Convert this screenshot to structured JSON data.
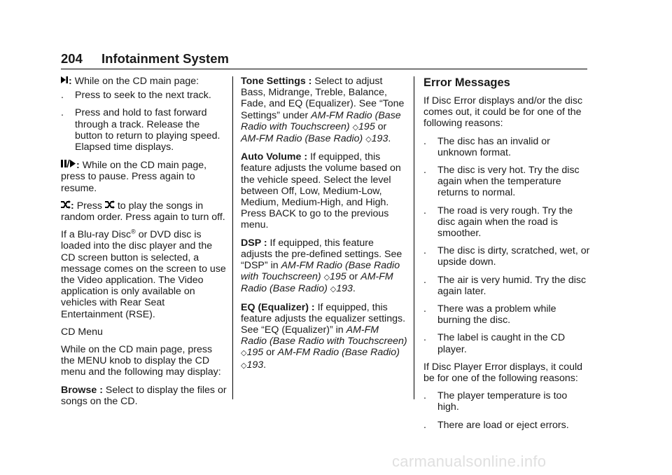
{
  "header": {
    "page_number": "204",
    "section_title": "Infotainment System"
  },
  "left": {
    "next_label": "While on the CD main page:",
    "next_bullets": [
      "Press to seek to the next track.",
      "Press and hold to fast forward through a track. Release the button to return to playing speed. Elapsed time displays."
    ],
    "playpause_label": "While on the CD main page, press to pause. Press again to resume.",
    "shuffle_pre": "Press",
    "shuffle_post": "to play the songs in random order. Press again to turn off.",
    "bluray_pre": "If a Blu-ray Disc",
    "bluray_reg": "®",
    "bluray_post": "or DVD disc is loaded into the disc player and the CD screen button is selected, a message comes on the screen to use the Video application. The Video application is only available on vehicles with Rear Seat Entertainment (RSE).",
    "cd_menu_heading": "CD Menu",
    "cd_menu_text": "While on the CD main page, press the MENU knob to display the CD menu and the following may display:",
    "browse_term": "Browse :",
    "browse_text": "Select to display the files or songs on the CD."
  },
  "middle": {
    "tone_term": "Tone Settings :",
    "tone_text": "Select to adjust Bass, Midrange, Treble, Balance, Fade, and EQ (Equalizer). See “Tone Settings” under",
    "tone_ref1": "AM-FM Radio (Base Radio with Touchscreen)",
    "tone_page1": "195",
    "tone_or": "or",
    "tone_ref2": "AM-FM Radio (Base Radio)",
    "tone_page2": "193",
    "auto_term": "Auto Volume :",
    "auto_text": "If equipped, this feature adjusts the volume based on the vehicle speed. Select the level between Off, Low, Medium-Low, Medium, Medium-High, and High. Press BACK to go to the previous menu.",
    "dsp_term": "DSP :",
    "dsp_text": "If equipped, this feature adjusts the pre-defined settings. See “DSP” in",
    "dsp_ref1": "AM-FM Radio (Base Radio with Touchscreen)",
    "dsp_page1": "195",
    "dsp_or": "or",
    "dsp_ref2": "AM-FM Radio (Base Radio)",
    "dsp_page2": "193",
    "eq_term": "EQ (Equalizer) :",
    "eq_text": "If equipped, this feature adjusts the equalizer settings. See “EQ (Equalizer)” in",
    "eq_ref1": "AM-FM Radio (Base Radio with Touchscreen)",
    "eq_page1": "195",
    "eq_or": "or",
    "eq_ref2": "AM-FM Radio (Base Radio)",
    "eq_page2": "193"
  },
  "right": {
    "heading": "Error Messages",
    "intro1": "If Disc Error displays and/or the disc comes out, it could be for one of the following reasons:",
    "disc_bullets": [
      "The disc has an invalid or unknown format.",
      "The disc is very hot. Try the disc again when the temperature returns to normal.",
      "The road is very rough. Try the disc again when the road is smoother.",
      "The disc is dirty, scratched, wet, or upside down.",
      "The air is very humid. Try the disc again later.",
      "There was a problem while burning the disc.",
      "The label is caught in the CD player."
    ],
    "intro2": "If Disc Player Error displays, it could be for one of the following reasons:",
    "player_bullets": [
      "The player temperature is too high.",
      "There are load or eject errors."
    ]
  },
  "footer": {
    "watermark": "carmanualsonline.info"
  },
  "colors": {
    "text": "#1a1a1a",
    "rule": "#000000",
    "watermark": "#e0e0e0"
  },
  "icons": [
    "next-track-icon",
    "play-pause-icon",
    "shuffle-icon",
    "page-ref-icon"
  ]
}
